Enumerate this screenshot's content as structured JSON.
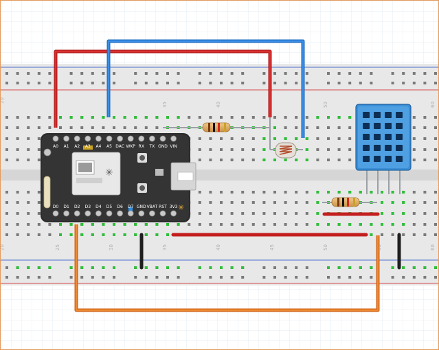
{
  "breadboard": {
    "column_labels": [
      "25",
      "30",
      "35",
      "40",
      "45",
      "50",
      "55",
      "60"
    ],
    "left_column_label": "20"
  },
  "photon": {
    "top_pins": [
      "A0",
      "A1",
      "A2",
      "A3",
      "A4",
      "A5",
      "DAC",
      "WKP",
      "RX",
      "TX",
      "GND",
      "VIN"
    ],
    "bottom_pins": [
      "D0",
      "D1",
      "D2",
      "D3",
      "D4",
      "D5",
      "D6",
      "D7",
      "GND",
      "VBAT",
      "RST",
      "3V3"
    ]
  },
  "wire_colors": {
    "red": "#c81e1e",
    "blue": "#2d7fd8",
    "orange": "#e0761e",
    "black": "#202020",
    "sensor_blue": "#3a8fd4"
  }
}
